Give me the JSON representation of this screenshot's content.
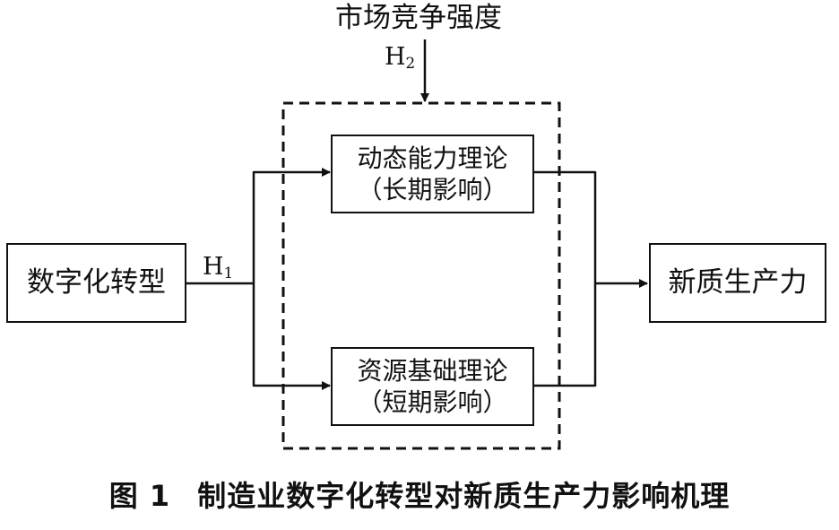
{
  "diagram": {
    "moderator_label": "市场竞争强度",
    "hypothesis_h2": {
      "letter": "H",
      "index": "2"
    },
    "hypothesis_h1": {
      "letter": "H",
      "index": "1"
    },
    "input_box": "数字化转型",
    "output_box": "新质生产力",
    "upper_box": {
      "line1": "动态能力理论",
      "line2": "（长期影响）"
    },
    "lower_box": {
      "line1": "资源基础理论",
      "line2": "（短期影响）"
    }
  },
  "caption": {
    "figure_number": "图 1",
    "title": "制造业数字化转型对新质生产力影响机理"
  }
}
